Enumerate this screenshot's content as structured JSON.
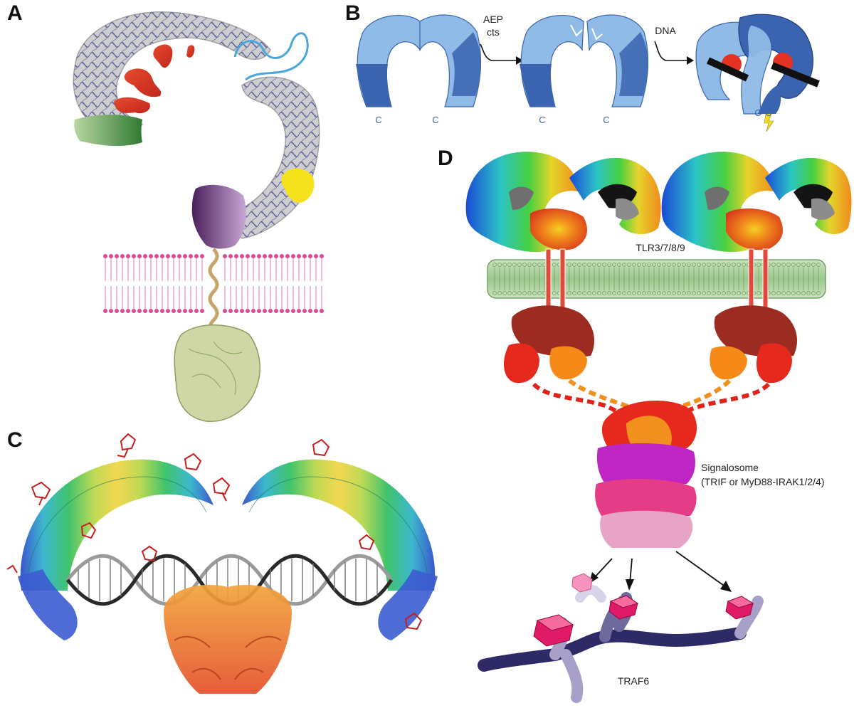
{
  "panels": {
    "a": {
      "label": "A"
    },
    "b": {
      "label": "B",
      "arrow1_line1": "AEP",
      "arrow1_line2": "cts",
      "arrow2_label": "DNA",
      "terminus_label": "C"
    },
    "c": {
      "label": "C"
    },
    "d": {
      "label": "D",
      "receptor_label": "TLR3/7/8/9",
      "signalosome_line1": "Signalosome",
      "signalosome_line2": "(TRIF or MyD88-IRAK1/2/4)",
      "traf_label": "TRAF6"
    }
  },
  "colors": {
    "b_dark": "#3a64b0",
    "b_light": "#8fbbe6",
    "membrane": "#a6cf9a",
    "lipid_pink": "#d94a98"
  }
}
